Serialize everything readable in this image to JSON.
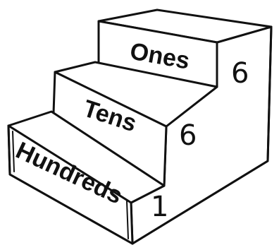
{
  "steps": [
    {
      "label": "Ones",
      "value": "6"
    },
    {
      "label": "Tens",
      "value": "6"
    },
    {
      "label": "Hundreds",
      "value": "1"
    }
  ]
}
